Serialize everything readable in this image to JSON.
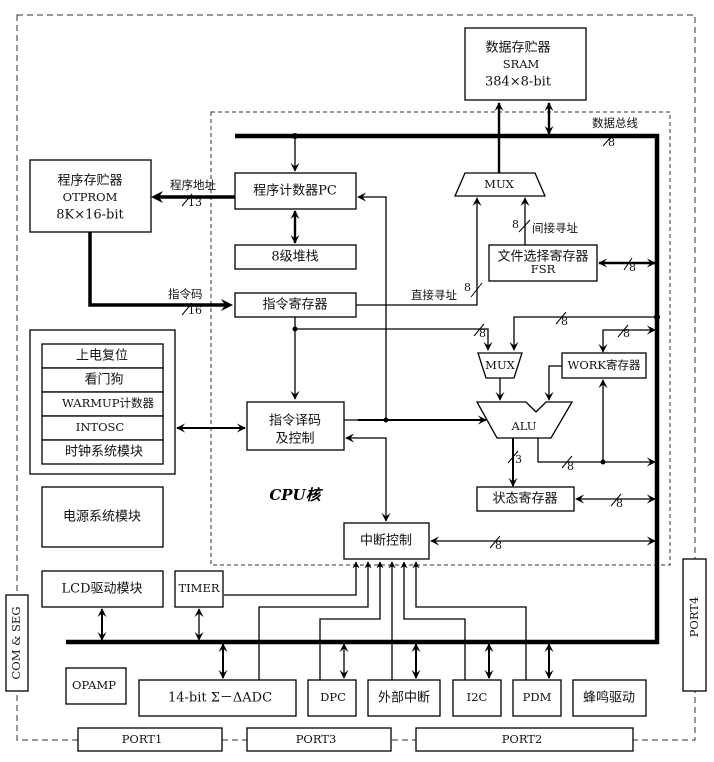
{
  "title": "MCU block diagram",
  "blocks": {
    "sram": {
      "line1": "数据存贮器",
      "line2": "SRAM",
      "line3": "384×8-bit"
    },
    "otprom": {
      "line1": "程序存贮器",
      "line2": "OTPROM",
      "line3": "8K×16-bit"
    },
    "pc": "程序计数器PC",
    "stack": "8级堆栈",
    "ir": "指令寄存器",
    "mux_top": "MUX",
    "fsr": {
      "line1": "文件选择寄存器",
      "line2": "FSR"
    },
    "mux_alu": "MUX",
    "work": "WORK寄存器",
    "alu": "ALU",
    "status": "状态寄存器",
    "decoder": {
      "line1": "指令译码",
      "line2": "及控制"
    },
    "interrupt": "中断控制",
    "cpu_core": "CPU核",
    "sys_group": [
      "上电复位",
      "看门狗",
      "WARMUP计数器",
      "INTOSC",
      "时钟系统模块"
    ],
    "power": "电源系统模块",
    "lcd": "LCD驱动模块",
    "timer": "TIMER",
    "opamp": "OPAMP",
    "adc": "14-bit  Σ－ΔADC",
    "dpc": "DPC",
    "ext_int": "外部中断",
    "i2c": "I2C",
    "pdm": "PDM",
    "buzzer": "蜂鸣驱动",
    "com_seg": "COM & SEG",
    "port1": "PORT1",
    "port2": "PORT2",
    "port3": "PORT3",
    "port4": "PORT4"
  },
  "labels": {
    "data_bus": "数据总线",
    "prog_addr": "程序地址",
    "instr_code": "指令码",
    "direct_addr": "直接寻址",
    "indirect_addr": "间接寻址"
  },
  "bus_widths": {
    "data_bus": "8",
    "prog_addr": "13",
    "instr_code": "16",
    "direct_addr": "8",
    "indirect_addr": "8",
    "fsr_bus": "8",
    "ir_to_mux": "8",
    "bus_to_mux": "8",
    "bus_to_work": "8",
    "alu_status": "3",
    "alu_out": "8",
    "status_bus": "8",
    "int_bus": "8"
  }
}
